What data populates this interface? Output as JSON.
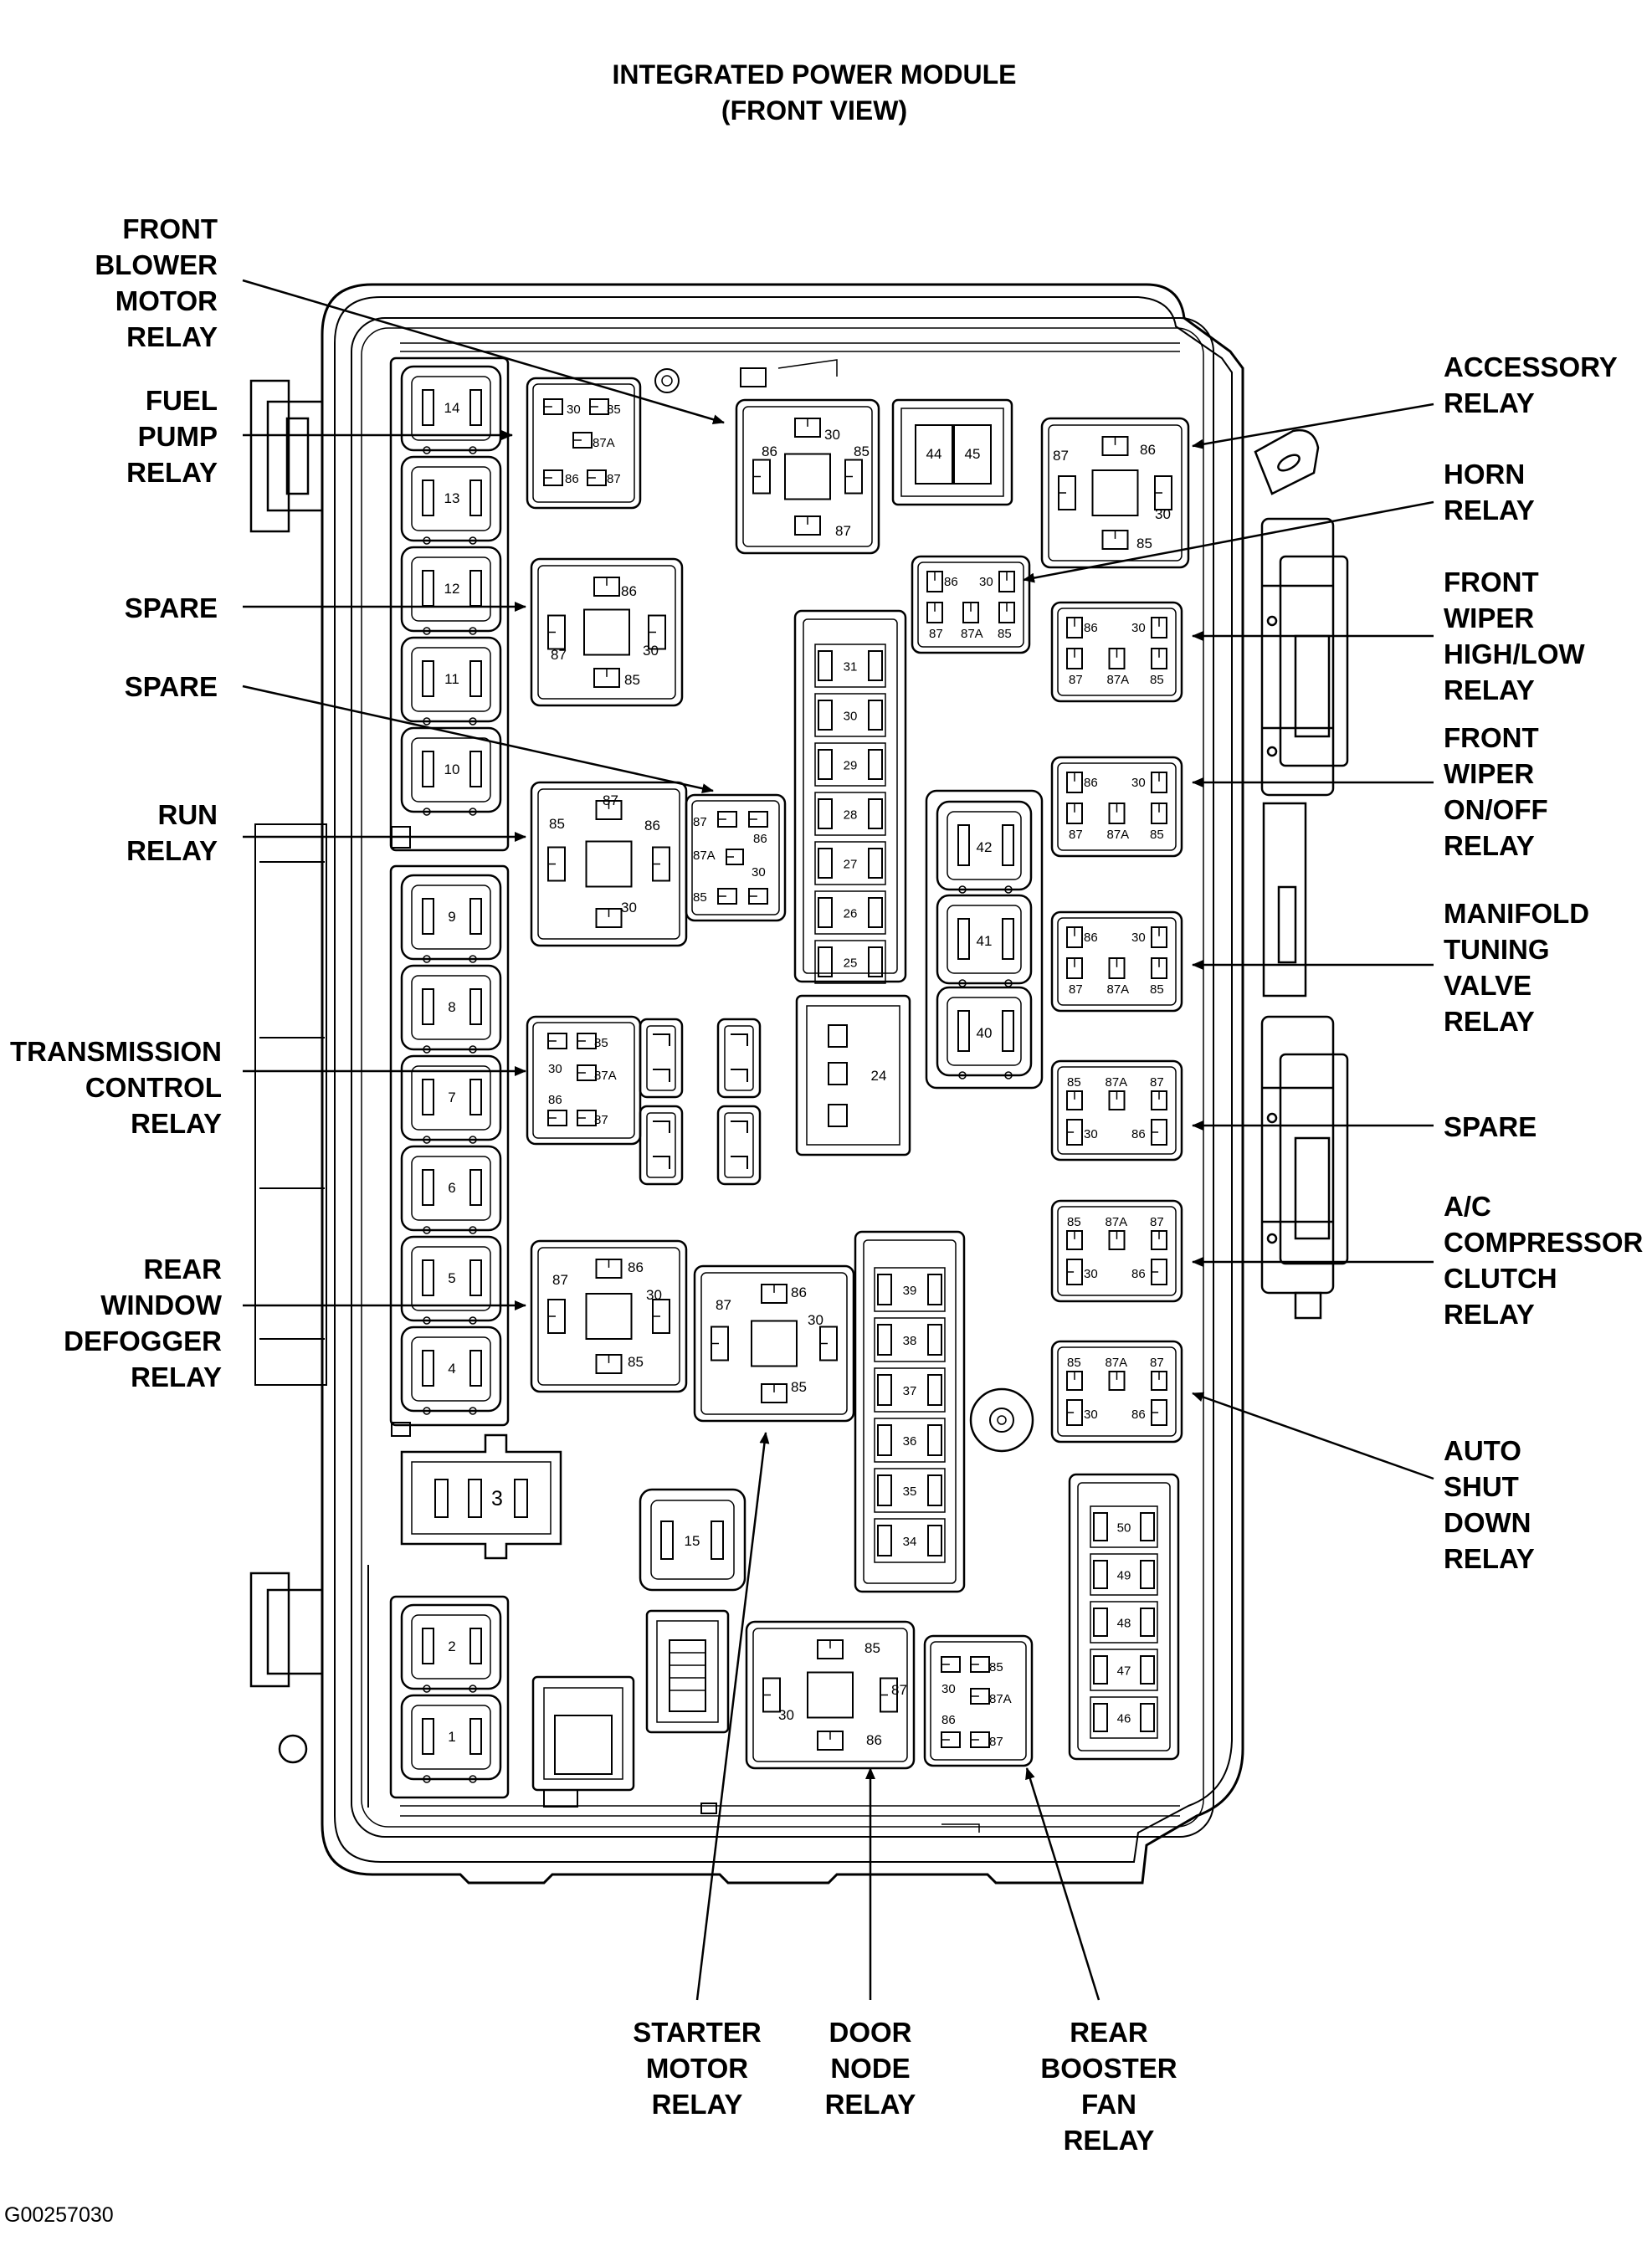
{
  "title": [
    "INTEGRATED POWER MODULE",
    "(FRONT VIEW)"
  ],
  "figure_id": "G00257030",
  "callouts": {
    "front_blower_motor_relay": [
      "FRONT",
      "BLOWER",
      "MOTOR",
      "RELAY"
    ],
    "fuel_pump_relay": [
      "FUEL",
      "PUMP",
      "RELAY"
    ],
    "spare_left_1": [
      "SPARE"
    ],
    "spare_left_2": [
      "SPARE"
    ],
    "run_relay": [
      "RUN",
      "RELAY"
    ],
    "transmission_control_relay": [
      "TRANSMISSION",
      "CONTROL",
      "RELAY"
    ],
    "rear_window_defogger_relay": [
      "REAR",
      "WINDOW",
      "DEFOGGER",
      "RELAY"
    ],
    "accessory_relay": [
      "ACCESSORY",
      "RELAY"
    ],
    "horn_relay": [
      "HORN",
      "RELAY"
    ],
    "front_wiper_high_low_relay": [
      "FRONT",
      "WIPER",
      "HIGH/LOW",
      "RELAY"
    ],
    "front_wiper_on_off_relay": [
      "FRONT",
      "WIPER",
      "ON/OFF",
      "RELAY"
    ],
    "manifold_tuning_valve_relay": [
      "MANIFOLD",
      "TUNING",
      "VALVE",
      "RELAY"
    ],
    "spare_right": [
      "SPARE"
    ],
    "ac_compressor_clutch_relay": [
      "A/C",
      "COMPRESSOR",
      "CLUTCH",
      "RELAY"
    ],
    "auto_shut_down_relay": [
      "AUTO",
      "SHUT",
      "DOWN",
      "RELAY"
    ],
    "starter_motor_relay": [
      "STARTER",
      "MOTOR",
      "RELAY"
    ],
    "door_node_relay": [
      "DOOR",
      "NODE",
      "RELAY"
    ],
    "rear_booster_fan_relay": [
      "REAR",
      "BOOSTER",
      "FAN",
      "RELAY"
    ]
  },
  "left_fuses_upper": [
    "14",
    "13",
    "12",
    "11",
    "10"
  ],
  "left_fuses_lower": [
    "9",
    "8",
    "7",
    "6",
    "5",
    "4"
  ],
  "left_fuses_bottom": [
    "2",
    "1"
  ],
  "fuse_3": "3",
  "fuse_15": "15",
  "fuse_24": "24",
  "fuse_pair": [
    "44",
    "45"
  ],
  "cartridges_right": [
    "42",
    "41",
    "40"
  ],
  "minifuse_block_a": [
    "31",
    "30",
    "29",
    "28",
    "27",
    "26",
    "25"
  ],
  "minifuse_block_b": [
    "39",
    "38",
    "37",
    "36",
    "35",
    "34"
  ],
  "minifuse_block_c": [
    "50",
    "49",
    "48",
    "47",
    "46"
  ],
  "pins": {
    "p30": "30",
    "p85": "85",
    "p86": "86",
    "p87": "87",
    "p87a": "87A"
  }
}
